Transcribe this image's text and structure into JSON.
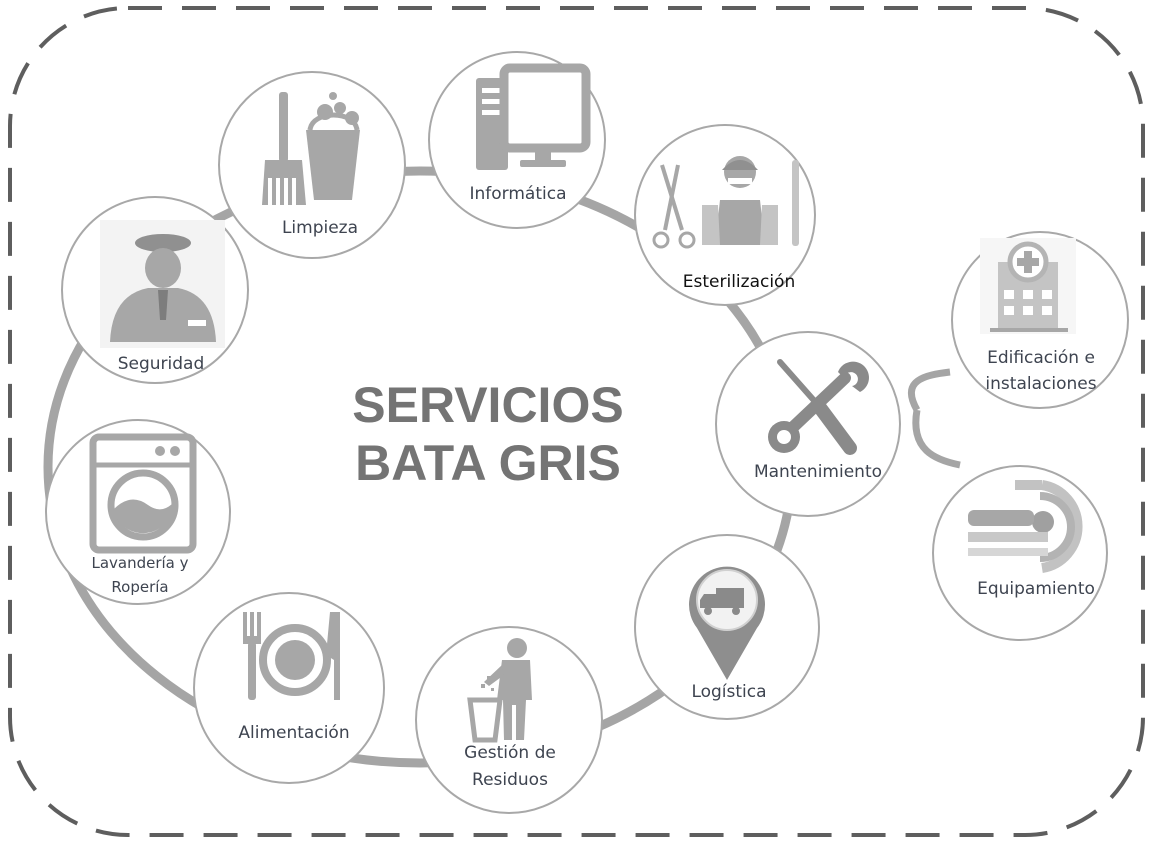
{
  "title": {
    "line1": "SERVICIOS",
    "line2": "BATA GRIS"
  },
  "nodes": {
    "limpieza": {
      "label": "Limpieza",
      "icon": "cleaning-bucket-broom-icon"
    },
    "informatica": {
      "label": "Informática",
      "icon": "computer-icon"
    },
    "esterilizacion": {
      "label": "Esterilización",
      "icon": "surgical-instruments-icon"
    },
    "seguridad": {
      "label": "Seguridad",
      "icon": "security-guard-icon"
    },
    "mantenimiento": {
      "label": "Mantenimiento",
      "icon": "tools-icon"
    },
    "edificacion": {
      "label_line1": "Edificación e",
      "label_line2": "instalaciones",
      "icon": "hospital-building-icon"
    },
    "lavanderia": {
      "label_line1": "Lavandería y",
      "label_line2": "Ropería",
      "icon": "washing-machine-icon"
    },
    "equipamiento": {
      "label": "Equipamiento",
      "icon": "scanner-equipment-icon"
    },
    "logistica": {
      "label": "Logística",
      "icon": "truck-location-pin-icon"
    },
    "alimentacion": {
      "label": "Alimentación",
      "icon": "plate-cutlery-icon"
    },
    "residuos": {
      "label_line1": "Gestión de",
      "label_line2": "Residuos",
      "icon": "waste-bin-person-icon"
    }
  },
  "colors": {
    "ring": "#a5a5a5",
    "circle_stroke": "#a8a8a8",
    "border_dash": "#5e5e5e",
    "title": "#747474",
    "label": "#3e4450",
    "icon": "#a7a7a7"
  }
}
